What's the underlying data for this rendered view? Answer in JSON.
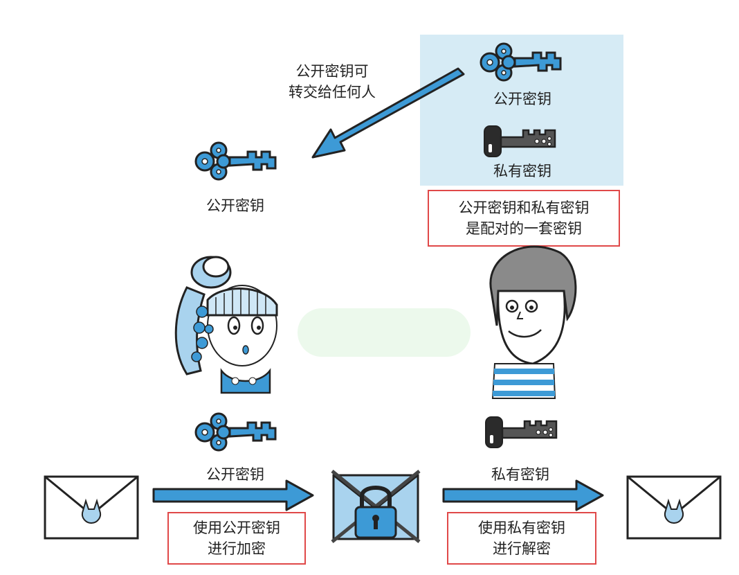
{
  "keys_panel": {
    "public_key_label": "公开密钥",
    "private_key_label": "私有密钥"
  },
  "transfer_note": {
    "line1": "公开密钥可",
    "line2": "转交给任何人"
  },
  "received_key_label": "公开密钥",
  "pair_note": {
    "line1": "公开密钥和私有密钥",
    "line2": "是配对的一套密钥"
  },
  "encrypt_step": {
    "key_label": "公开密钥",
    "line1": "使用公开密钥",
    "line2": "进行加密"
  },
  "decrypt_step": {
    "key_label": "私有密钥",
    "line1": "使用私有密钥",
    "line2": "进行解密"
  },
  "colors": {
    "accent_blue": "#3d9ad6",
    "panel_blue": "#d6ebf5",
    "note_border": "#e04848",
    "outline": "#222222"
  }
}
